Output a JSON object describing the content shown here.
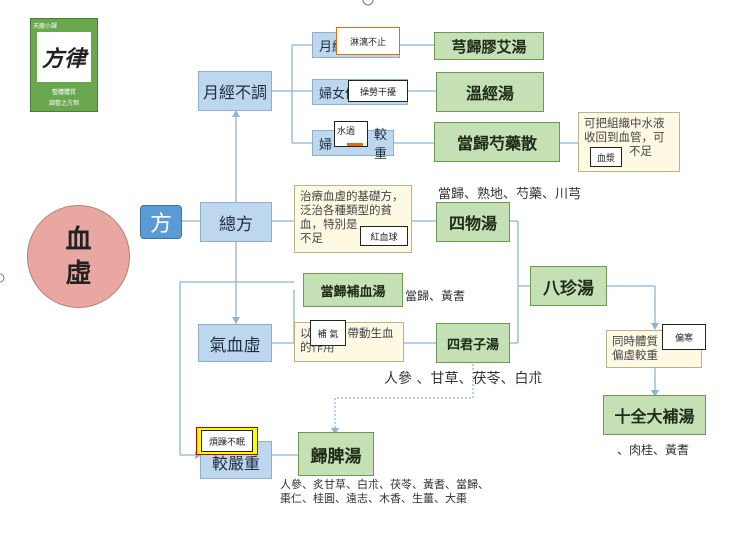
{
  "logo": {
    "top": "天龍小課",
    "brand": "方律",
    "line1": "整體體質",
    "line2": "調整之方劑"
  },
  "nodes": {
    "xuexu": "血\n虛",
    "fang": "方",
    "zongfang": "總方",
    "yuejing": "月經不調",
    "yuejing_item1": "月經",
    "yuejing_item2": "婦女備",
    "yuejing_item3": "婦",
    "yuejing_item3_suffix": "較重",
    "qixuexu": "氣血虛",
    "jiaoyanzhong": "較嚴重"
  },
  "formulas": {
    "xiongguijiaoai": "芎歸膠艾湯",
    "wenjing": "溫經湯",
    "dangguishaoyao": "當歸芍藥散",
    "siwu": "四物湯",
    "dangguibuxue": "當歸補血湯",
    "sijunzi": "四君子湯",
    "bazhen": "八珍湯",
    "shiquandabu": "十全大補湯",
    "guipi": "歸脾湯"
  },
  "descriptions": {
    "siwu_desc": "治療血虛的基礎方，泛治各種類型的貧血，特別是",
    "siwu_desc_tail": "不足",
    "sijunzi_desc": "以",
    "sijunzi_desc_mid": "帶動生血",
    "sijunzi_desc_tail": "的作用",
    "shiquan_desc": "同時體質",
    "shiquan_desc_tail": "偏虛較重",
    "dangguishaoyao_desc": "可把組織中水液",
    "dangguishaoyao_desc2": "收回到血管，可",
    "dangguishaoyao_desc3": "不足"
  },
  "ingredients": {
    "siwu": "當歸、熟地、芍藥、川芎",
    "dangguibuxue": "當歸、黃耆",
    "sijunzi": "人參 、甘草、茯苓、白朮",
    "shiquan": "、肉桂、黃耆",
    "guipi": "人參、炙甘草、白朮、茯苓、黃耆、當歸、棗仁、桂圓、遠志、木香、生薑、大棗"
  },
  "notes": {
    "n1": "淋漓不止",
    "n2": "操勞干擾",
    "n3": "水過",
    "n4": "血漿",
    "n5": "紅血球",
    "n6": "補 氣",
    "n7": "偏寒",
    "n8": "煩躁不眠"
  },
  "colors": {
    "circle": "#e8a7a0",
    "fang_box": "#5b9bd5",
    "blue_box": "#bdd7ee",
    "green_box": "#c5e0b4",
    "desc_box": "#fef9e3",
    "connector": "#8eb4d8"
  }
}
